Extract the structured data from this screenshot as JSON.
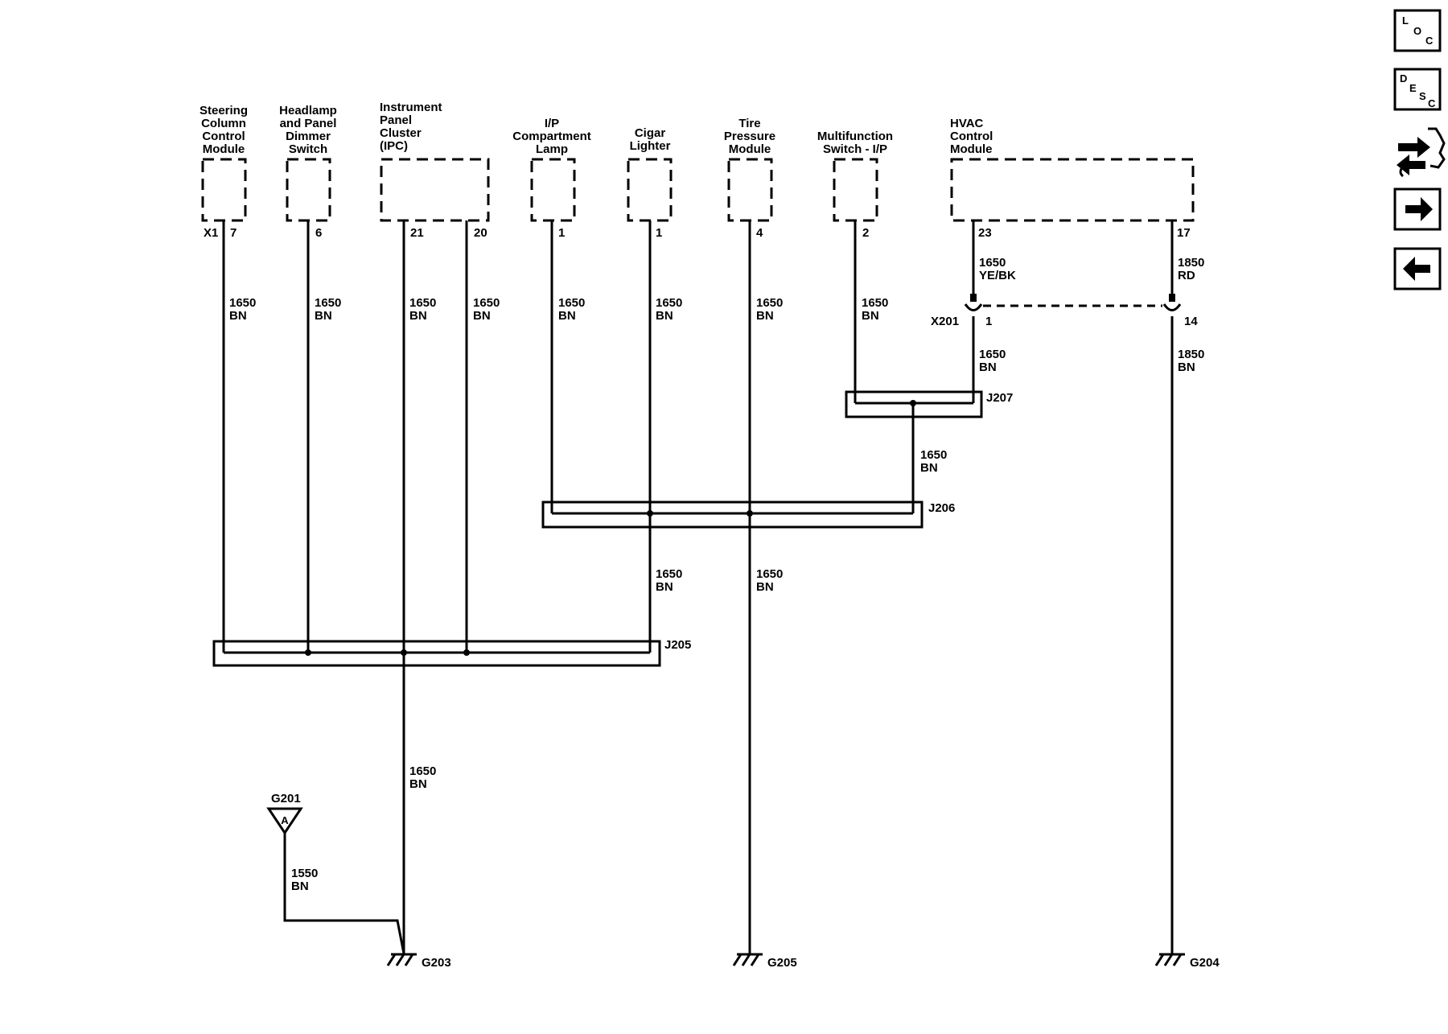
{
  "components": [
    {
      "key": "steering",
      "lines": [
        "Steering",
        "Column",
        "Control",
        "Module"
      ],
      "connector": "X1",
      "pin": "7"
    },
    {
      "key": "headlamp",
      "lines": [
        "Headlamp",
        "and Panel",
        "Dimmer",
        "Switch"
      ],
      "pin": "6"
    },
    {
      "key": "ipc",
      "lines": [
        "Instrument",
        "Panel",
        "Cluster",
        "(IPC)"
      ],
      "pins": [
        "21",
        "20"
      ]
    },
    {
      "key": "ip_lamp",
      "lines": [
        "I/P",
        "Compartment",
        "Lamp"
      ],
      "pin": "1"
    },
    {
      "key": "cigar",
      "lines": [
        "Cigar",
        "Lighter"
      ],
      "pin": "1"
    },
    {
      "key": "tire",
      "lines": [
        "Tire",
        "Pressure",
        "Module"
      ],
      "pin": "4"
    },
    {
      "key": "multifunction",
      "lines": [
        "Multifunction",
        "Switch - I/P"
      ],
      "pin": "2"
    },
    {
      "key": "hvac",
      "lines": [
        "HVAC",
        "Control",
        "Module"
      ],
      "pins": [
        "23",
        "17"
      ]
    }
  ],
  "wires": {
    "steering": [
      "1650",
      "BN"
    ],
    "headlamp": [
      "1650",
      "BN"
    ],
    "ipc21": [
      "1650",
      "BN"
    ],
    "ipc20": [
      "1650",
      "BN"
    ],
    "ip_lamp": [
      "1650",
      "BN"
    ],
    "cigar_upper": [
      "1650",
      "BN"
    ],
    "tire_upper": [
      "1650",
      "BN"
    ],
    "multifunction": [
      "1650",
      "BN"
    ],
    "hvac23": [
      "1650",
      "YE/BK"
    ],
    "hvac17": [
      "1850",
      "RD"
    ],
    "x201_1_out": [
      "1650",
      "BN"
    ],
    "x201_14_out": [
      "1850",
      "BN"
    ],
    "j207_out": [
      "1650",
      "BN"
    ],
    "j206_cigar_out": [
      "1650",
      "BN"
    ],
    "j206_tire_out": [
      "1650",
      "BN"
    ],
    "j205_out": [
      "1650",
      "BN"
    ],
    "g201_wire": [
      "1550",
      "BN"
    ]
  },
  "connectors": {
    "x201": {
      "name": "X201",
      "pins": [
        "1",
        "14"
      ]
    }
  },
  "splices": {
    "j205": "J205",
    "j206": "J206",
    "j207": "J207"
  },
  "grounds": {
    "g203": "G203",
    "g205": "G205",
    "g204": "G204",
    "g201": {
      "name": "G201",
      "letter": "A"
    }
  },
  "nav": {
    "loc": {
      "letters": [
        "L",
        "O",
        "C"
      ]
    },
    "desc": {
      "letters": [
        "D",
        "E",
        "S",
        "C"
      ]
    },
    "icons": [
      "connector-swap-icon",
      "arrow-right-icon",
      "arrow-left-icon"
    ]
  }
}
